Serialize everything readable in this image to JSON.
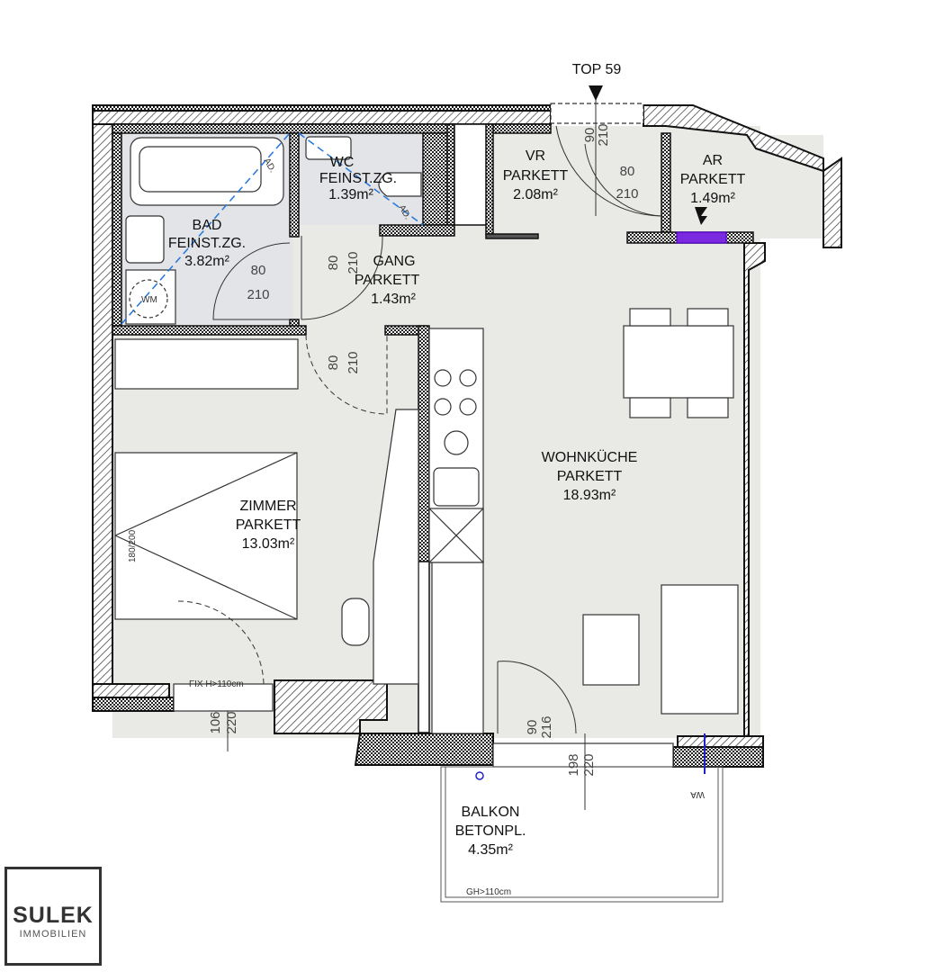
{
  "plan": {
    "unit_label": "TOP 59",
    "rooms": [
      {
        "name": "BAD",
        "floor": "FEINST.ZG.",
        "area": "3.82m²"
      },
      {
        "name": "WC",
        "floor": "FEINST.ZG.",
        "area": "1.39m²"
      },
      {
        "name": "VR",
        "floor": "PARKETT",
        "area": "2.08m²"
      },
      {
        "name": "AR",
        "floor": "PARKETT",
        "area": "1.49m²"
      },
      {
        "name": "GANG",
        "floor": "PARKETT",
        "area": "1.43m²"
      },
      {
        "name": "WOHNKÜCHE",
        "floor": "PARKETT",
        "area": "18.93m²"
      },
      {
        "name": "ZIMMER",
        "floor": "PARKETT",
        "area": "13.03m²"
      },
      {
        "name": "BALKON",
        "floor": "BETONPL.",
        "area": "4.35m²"
      }
    ],
    "doors": {
      "bad": [
        "80",
        "210"
      ],
      "gang_wc": [
        "80",
        "210"
      ],
      "gang_zimmer": [
        "80",
        "210"
      ],
      "entry": [
        "90",
        "210"
      ],
      "ar": [
        "80",
        "210"
      ],
      "balkon": [
        "90",
        "216"
      ],
      "zimmer_window": [
        "106",
        "220"
      ],
      "balkon_window": [
        "198",
        "220"
      ]
    },
    "annotations": {
      "window_fix": "FIX  H>110cm",
      "railing": "GH>110cm",
      "washer": "WM",
      "drain": "AD.",
      "wall_mount": "WA",
      "bed_size": "180/200"
    }
  },
  "logo": {
    "name": "SULEK",
    "sub": "IMMOBILIEN"
  }
}
